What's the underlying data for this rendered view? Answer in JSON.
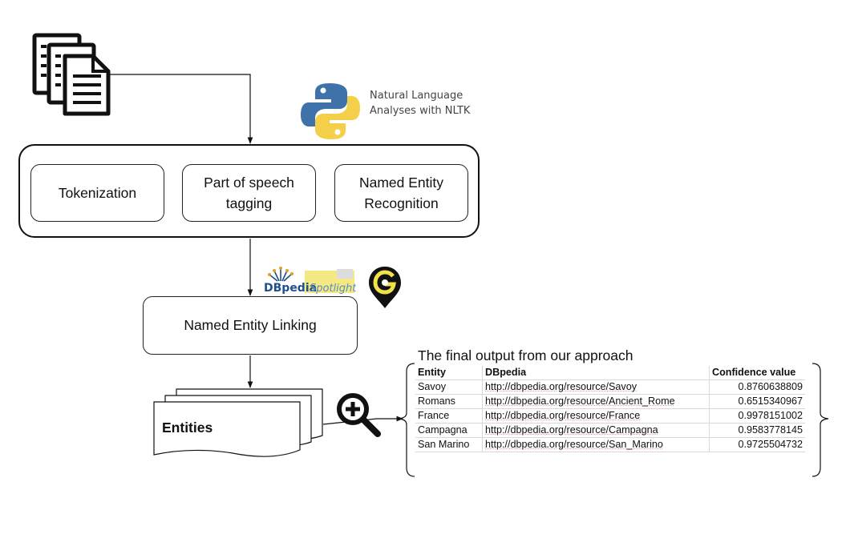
{
  "nltk": {
    "caption": "Natural Language\nAnalyses with NLTK"
  },
  "pipeline": {
    "steps": [
      {
        "label": "Tokenization"
      },
      {
        "label": "Part of speech\ntagging"
      },
      {
        "label": "Named Entity\nRecognition"
      }
    ]
  },
  "linking": {
    "label": "Named Entity Linking",
    "logos": {
      "dbpedia_text": "DBpedia",
      "spotlight_text": "Spotlight"
    }
  },
  "entities": {
    "label": "Entities"
  },
  "output": {
    "title": "The final output from our approach",
    "columns": [
      "Entity",
      "DBpedia",
      "Confidence value"
    ],
    "rows": [
      {
        "entity": "Savoy",
        "uri": "http://dbpedia.org/resource/Savoy",
        "confidence": "0.8760638809"
      },
      {
        "entity": "Romans",
        "uri": "http://dbpedia.org/resource/Ancient_Rome",
        "confidence": "0.6515340967"
      },
      {
        "entity": "France",
        "uri": "http://dbpedia.org/resource/France",
        "confidence": "0.9978151002"
      },
      {
        "entity": "Campagna",
        "uri": "http://dbpedia.org/resource/Campagna",
        "confidence": "0.9583778145"
      },
      {
        "entity": "San Marino",
        "uri": "http://dbpedia.org/resource/San_Marino",
        "confidence": "0.9725504732"
      }
    ]
  },
  "colors": {
    "python_blue": "#3f72a8",
    "python_yellow": "#f4d04a",
    "dbpedia_blue": "#1f4f8b",
    "spotlight_yellow": "#f2e25a",
    "gate_yellow": "#f1e24a"
  }
}
